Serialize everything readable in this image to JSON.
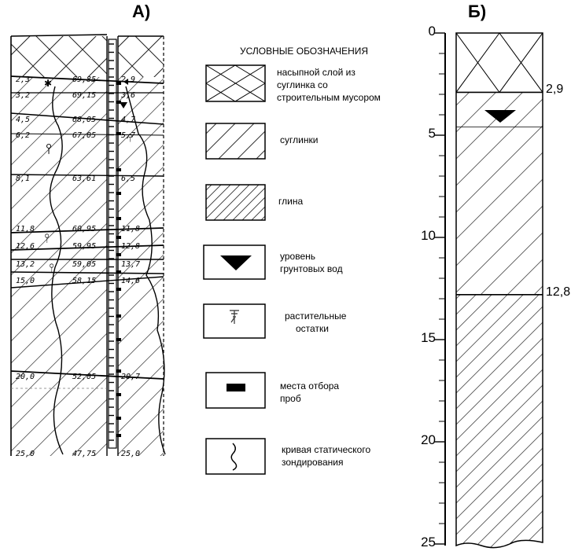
{
  "panel_a": {
    "title": "А)",
    "left_depths": [
      "2,3",
      "3,2",
      "4,5",
      "6,2",
      "8,1",
      "11,8",
      "12,6",
      "13,2",
      "15,0",
      "20,0",
      "25,0"
    ],
    "elevations": [
      "69,85",
      "69,15",
      "68,05",
      "67,05",
      "63,61",
      "60,95",
      "59,95",
      "59,05",
      "58,15",
      "52,05",
      "47,75"
    ],
    "right_depths": [
      "2,9",
      "3,6",
      "4,7",
      "5,7",
      "6,5",
      "11,8",
      "12,8",
      "13,7",
      "14,6",
      "20,7",
      "25,0"
    ]
  },
  "legend": {
    "title": "УСЛОВНЫЕ ОБОЗНАЧЕНИЯ",
    "items": [
      {
        "label_lines": [
          "насыпной слой из",
          "суглинка со",
          "строительным мусором"
        ],
        "icon": "cross-hatch"
      },
      {
        "label_lines": [
          "суглинки"
        ],
        "icon": "wide-diagonal-hatch"
      },
      {
        "label_lines": [
          "глина"
        ],
        "icon": "dense-diagonal-hatch"
      },
      {
        "label_lines": [
          "уровень",
          "грунтовых вод"
        ],
        "icon": "triangle-down"
      },
      {
        "label_lines": [
          "растительные",
          "остатки"
        ],
        "icon": "plant-remains"
      },
      {
        "label_lines": [
          "места отбора",
          "проб"
        ],
        "icon": "sample-bar"
      },
      {
        "label_lines": [
          "кривая статического",
          "зондирования"
        ],
        "icon": "wavy-curve"
      }
    ]
  },
  "panel_b": {
    "title": "Б)",
    "axis_ticks": [
      "0",
      "5",
      "10",
      "15",
      "20",
      "25"
    ],
    "boundary_labels": [
      "2,9",
      "12,8"
    ],
    "layers": [
      {
        "from": 0,
        "to": 2.9,
        "pattern": "cross-hatch"
      },
      {
        "from": 2.9,
        "to": 12.8,
        "pattern": "wide-diagonal-hatch"
      },
      {
        "from": 12.8,
        "to": 25,
        "pattern": "dense-diagonal-hatch"
      }
    ],
    "groundwater_depth": 4.0,
    "depth_max": 25
  }
}
